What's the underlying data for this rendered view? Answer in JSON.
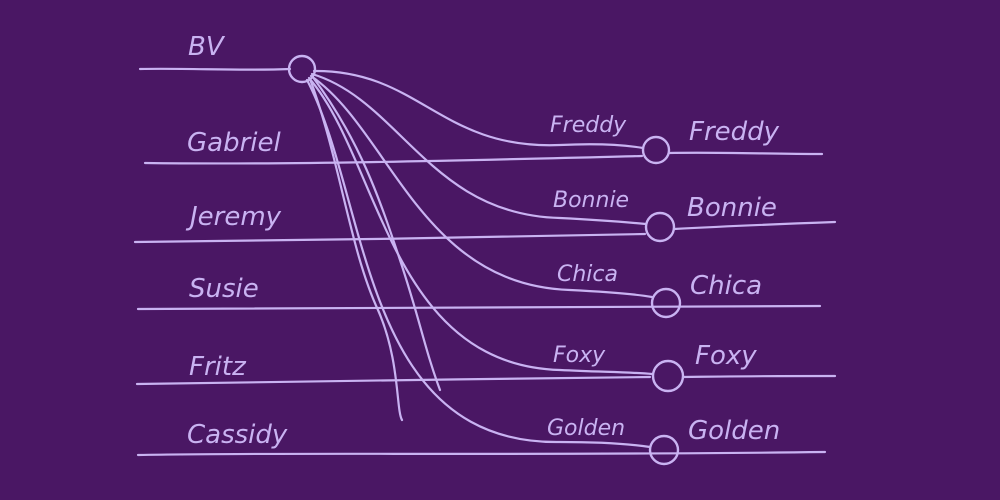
{
  "colors": {
    "background": "#4a1764",
    "ink": "#c9b3f2"
  },
  "source_label": "BV",
  "left_labels": [
    "Gabriel",
    "Jeremy",
    "Susie",
    "Fritz",
    "Cassidy"
  ],
  "targets": [
    {
      "incoming": "Freddy",
      "outgoing": "Freddy"
    },
    {
      "incoming": "Bonnie",
      "outgoing": "Bonnie"
    },
    {
      "incoming": "Chica",
      "outgoing": "Chica"
    },
    {
      "incoming": "Foxy",
      "outgoing": "Foxy"
    },
    {
      "incoming": "Golden",
      "outgoing": "Golden"
    }
  ]
}
